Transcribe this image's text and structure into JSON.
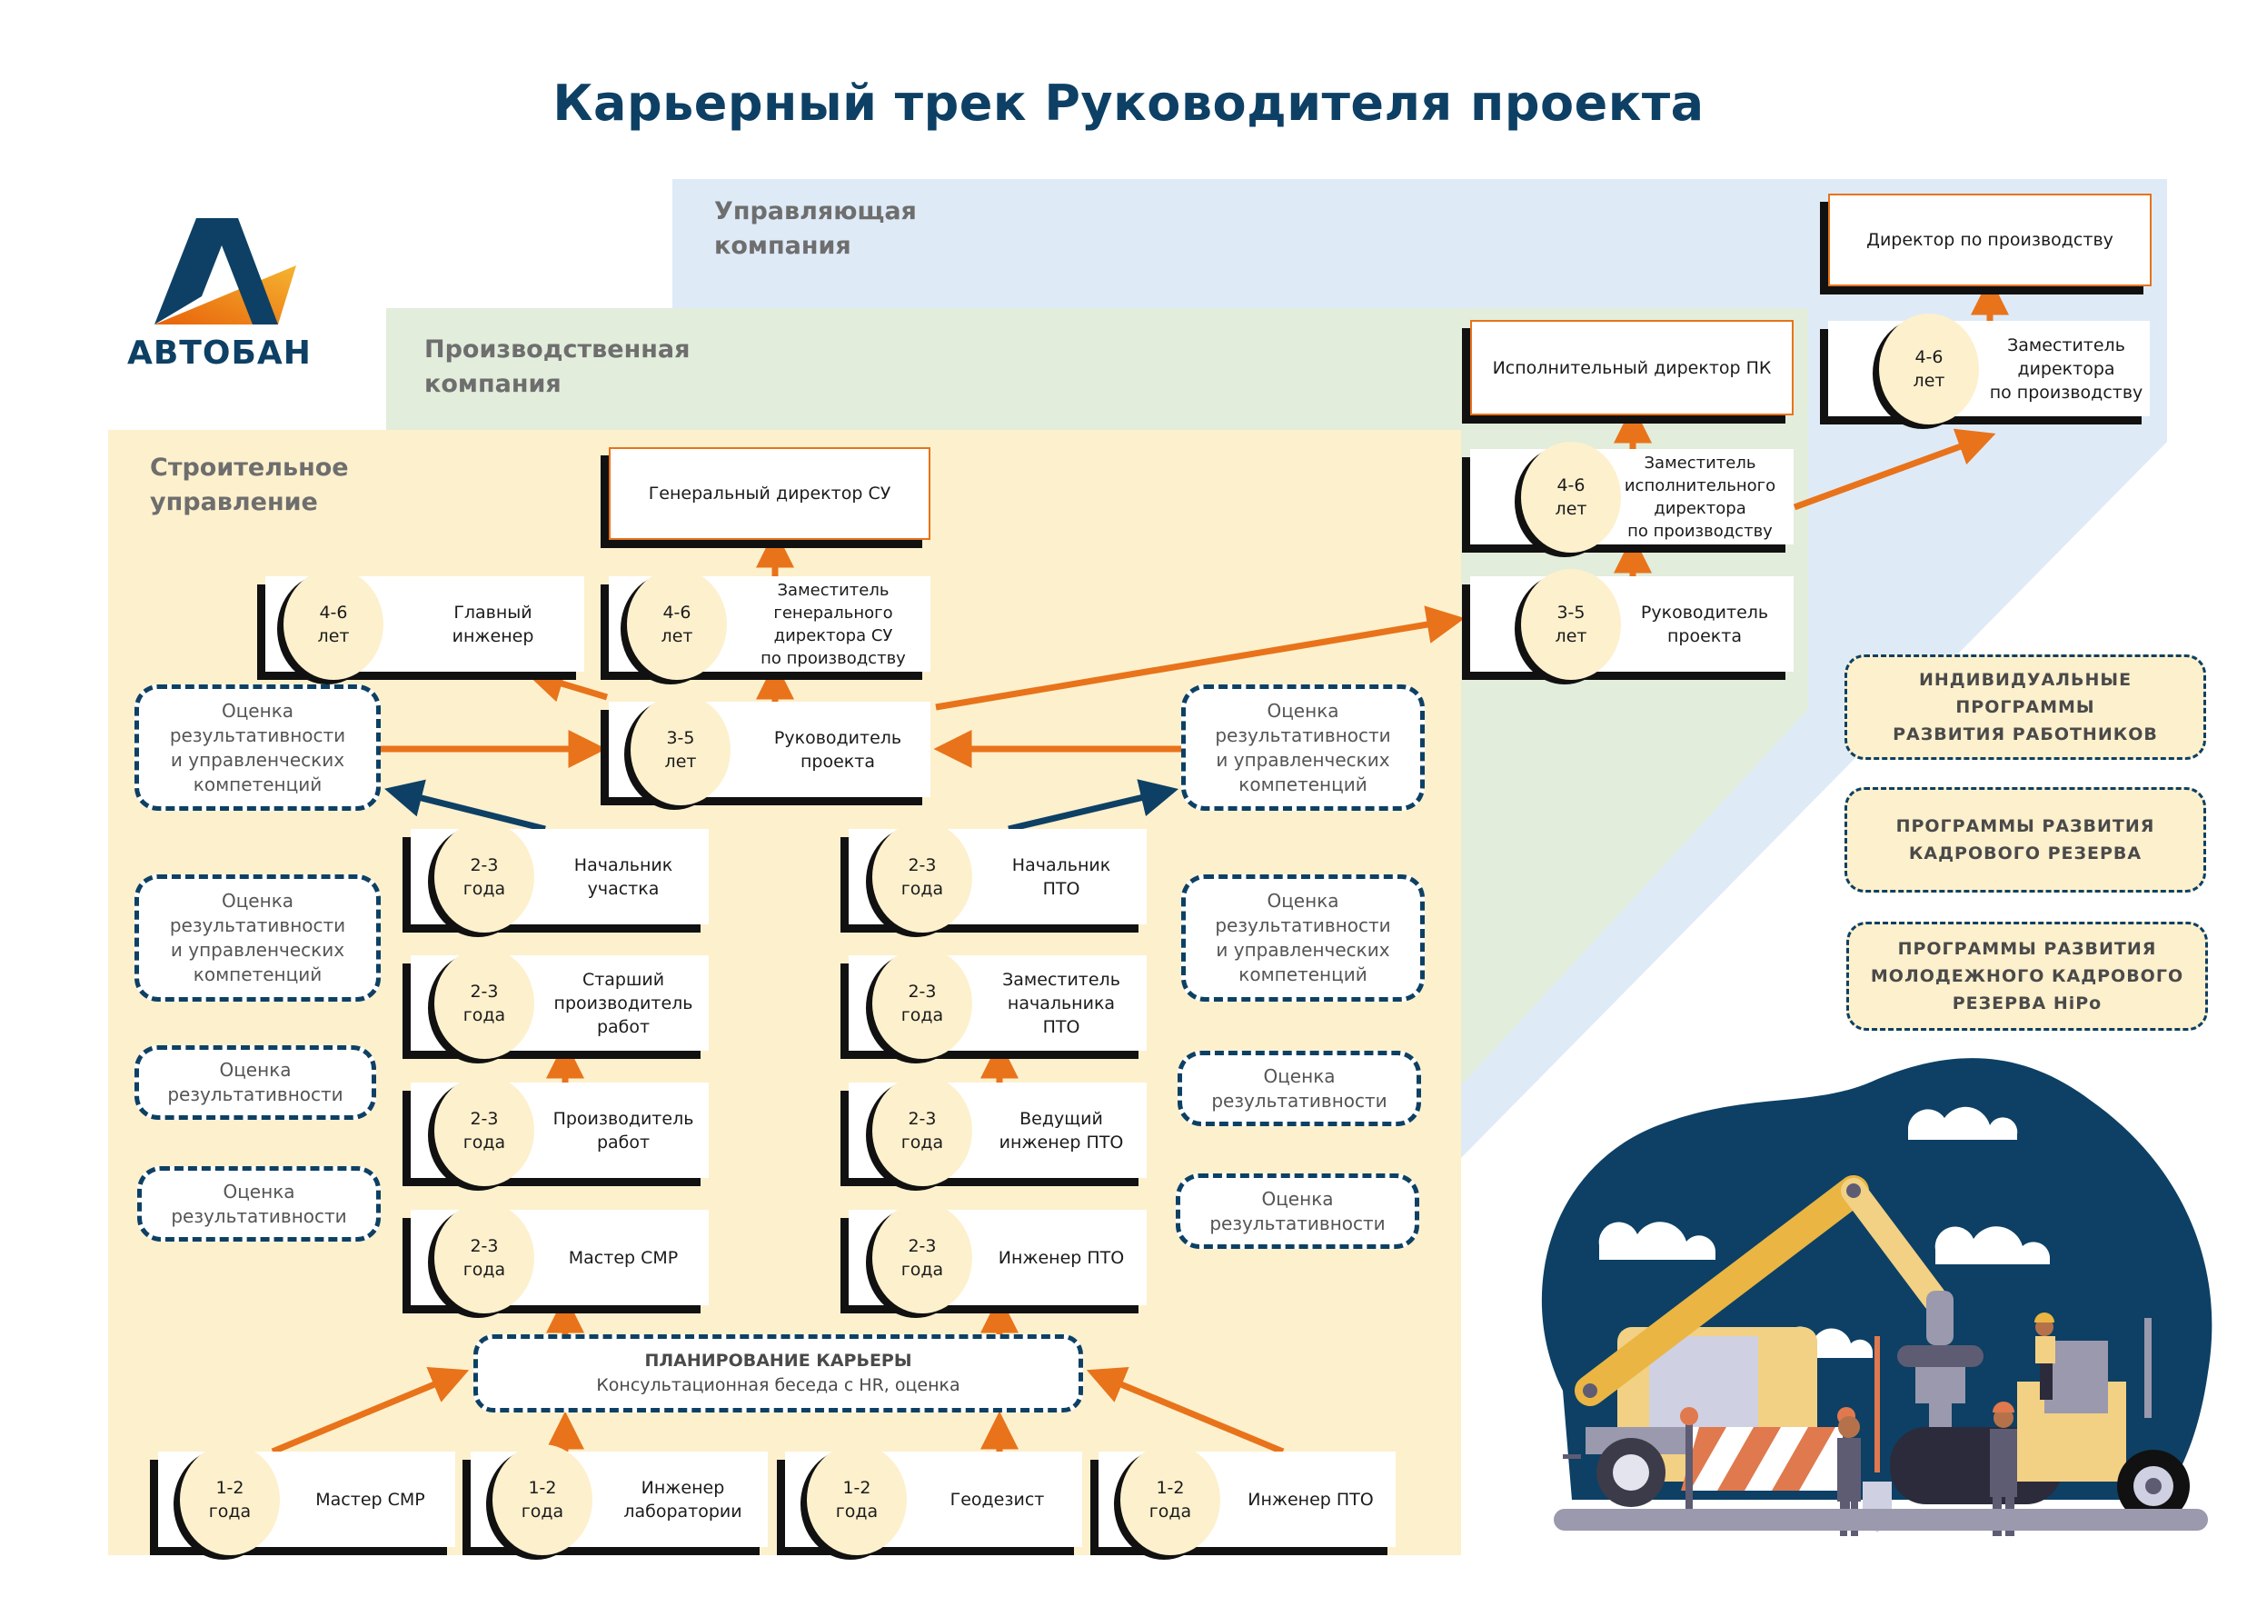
{
  "title": "Карьерный трек Руководителя проекта",
  "logo": {
    "text": "АВТОБАН"
  },
  "colors": {
    "navy": "#0d4064",
    "orange": "#e8731a",
    "cream": "#fdf0cd",
    "zone_yellow": "#fdf0cd",
    "zone_green": "#e2eddb",
    "zone_blue": "#dfeaf7"
  },
  "zones": {
    "management": "Управляющая\nкомпания",
    "production": "Производственная\nкомпания",
    "construction": "Строительное\nуправление"
  },
  "cards": {
    "director_production": {
      "label": "Директор по производству"
    },
    "deputy_director_production": {
      "years": [
        "4-6",
        "лет"
      ],
      "label": "Заместитель\nдиректора\nпо производству"
    },
    "exec_director_pk": {
      "label": "Исполнительный директор ПК"
    },
    "deputy_exec_director": {
      "years": [
        "4-6",
        "лет"
      ],
      "label": "Заместитель\nисполнительного\nдиректора\nпо производству"
    },
    "pm_pk": {
      "years": [
        "3-5",
        "лет"
      ],
      "label": "Руководитель\nпроекта"
    },
    "gen_director_su": {
      "label": "Генеральный директор СУ"
    },
    "chief_engineer": {
      "years": [
        "4-6",
        "лет"
      ],
      "label": "Главный\nинженер"
    },
    "deputy_gen_director_su": {
      "years": [
        "4-6",
        "лет"
      ],
      "label": "Заместитель\nгенерального\nдиректора СУ\nпо производству"
    },
    "pm_su": {
      "years": [
        "3-5",
        "лет"
      ],
      "label": "Руководитель\nпроекта"
    },
    "site_chief": {
      "years": [
        "2-3",
        "года"
      ],
      "label": "Начальник\nучастка"
    },
    "senior_foreman": {
      "years": [
        "2-3",
        "года"
      ],
      "label": "Старший\nпроизводитель\nработ"
    },
    "foreman": {
      "years": [
        "2-3",
        "года"
      ],
      "label": "Производитель\nработ"
    },
    "master_smr": {
      "years": [
        "2-3",
        "года"
      ],
      "label": "Мастер СМР"
    },
    "pto_chief": {
      "years": [
        "2-3",
        "года"
      ],
      "label": "Начальник\nПТО"
    },
    "pto_deputy_chief": {
      "years": [
        "2-3",
        "года"
      ],
      "label": "Заместитель\nначальника\nПТО"
    },
    "pto_lead_engineer": {
      "years": [
        "2-3",
        "года"
      ],
      "label": "Ведущий\nинженер ПТО"
    },
    "pto_engineer": {
      "years": [
        "2-3",
        "года"
      ],
      "label": "Инженер ПТО"
    },
    "entry_master_smr": {
      "years": [
        "1-2",
        "года"
      ],
      "label": "Мастер СМР"
    },
    "entry_lab_engineer": {
      "years": [
        "1-2",
        "года"
      ],
      "label": "Инженер\nлаборатории"
    },
    "entry_geodesist": {
      "years": [
        "1-2",
        "года"
      ],
      "label": "Геодезист"
    },
    "entry_pto_engineer": {
      "years": [
        "1-2",
        "года"
      ],
      "label": "Инженер ПТО"
    }
  },
  "assessments": {
    "full": "Оценка\nрезультативности\nи управленческих\nкомпетенций",
    "short": "Оценка\nрезультативности"
  },
  "career_planning": {
    "title": "ПЛАНИРОВАНИЕ КАРЬЕРЫ",
    "subtitle": "Консультационная беседа с HR, оценка"
  },
  "programs": [
    "ИНДИВИДУАЛЬНЫЕ ПРОГРАММЫ\nРАЗВИТИЯ РАБОТНИКОВ",
    "ПРОГРАММЫ РАЗВИТИЯ\nКАДРОВОГО РЕЗЕРВА",
    "ПРОГРАММЫ РАЗВИТИЯ\nМОЛОДЕЖНОГО КАДРОВОГО\nРЕЗЕРВА HiPo"
  ]
}
